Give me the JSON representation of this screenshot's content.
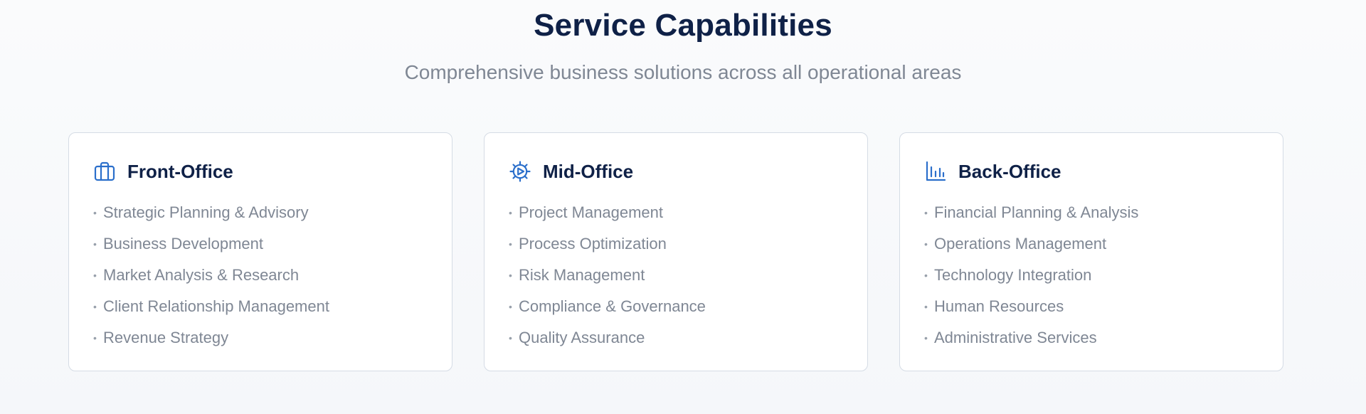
{
  "header": {
    "title": "Service Capabilities",
    "subtitle": "Comprehensive business solutions across all operational areas"
  },
  "cards": [
    {
      "title": "Front-Office",
      "icon": "briefcase-icon",
      "items": [
        "Strategic Planning & Advisory",
        "Business Development",
        "Market Analysis & Research",
        "Client Relationship Management",
        "Revenue Strategy"
      ]
    },
    {
      "title": "Mid-Office",
      "icon": "gear-icon",
      "items": [
        "Project Management",
        "Process Optimization",
        "Risk Management",
        "Compliance & Governance",
        "Quality Assurance"
      ]
    },
    {
      "title": "Back-Office",
      "icon": "bar-chart-icon",
      "items": [
        "Financial Planning & Analysis",
        "Operations Management",
        "Technology Integration",
        "Human Resources",
        "Administrative Services"
      ]
    }
  ],
  "colors": {
    "heading": "#0f2147",
    "muted_text": "#7f8794",
    "icon_blue": "#2b6fcb",
    "card_border": "#d5dce5"
  }
}
